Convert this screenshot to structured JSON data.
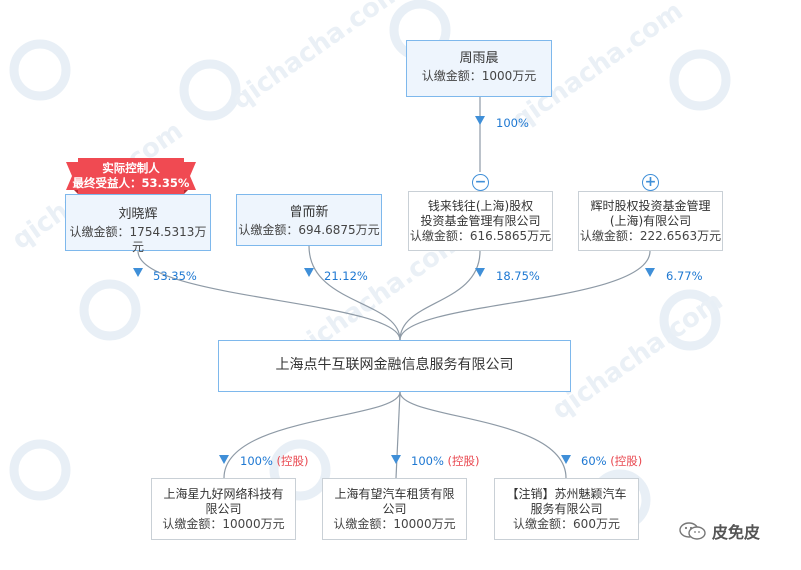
{
  "watermark": {
    "text": "qichacha.com",
    "color": "#e9f0f6"
  },
  "colors": {
    "accent": "#3f8fd8",
    "control_red": "#e9474f",
    "badge_red": "#f04a52"
  },
  "shareholders": [
    {
      "name": "周雨晨",
      "amount": "认缴金额：1000万元"
    },
    {
      "name": "刘晓辉",
      "amount": "认缴金额：1754.5313万元"
    },
    {
      "name": "曾而新",
      "amount": "认缴金额：694.6875万元"
    },
    {
      "name_line1": "钱来钱往(上海)股权",
      "name_line2": "投资基金管理有限公司",
      "amount": "认缴金额：616.5865万元"
    },
    {
      "name_line1": "辉时股权投资基金管理",
      "name_line2": "(上海)有限公司",
      "amount": "认缴金额：222.6563万元"
    }
  ],
  "badge": {
    "line1": "实际控制人",
    "line2": "最终受益人：53.35%"
  },
  "top_edge_pct": "100%",
  "edges_to_main": [
    "53.35%",
    "21.12%",
    "18.75%",
    "6.77%"
  ],
  "main_company": "上海点牛互联网金融信息服务有限公司",
  "edges_from_main": [
    {
      "pct": "100%",
      "tag": "(控股)"
    },
    {
      "pct": "100%",
      "tag": "(控股)"
    },
    {
      "pct": "60%",
      "tag": "(控股)"
    }
  ],
  "subsidiaries": [
    {
      "name_line1": "上海星九好网络科技有",
      "name_line2": "限公司",
      "amount": "认缴金额：10000万元"
    },
    {
      "name_line1": "上海有望汽车租赁有限",
      "name_line2": "公司",
      "amount": "认缴金额：10000万元"
    },
    {
      "name_line1": "【注销】苏州魅颖汽车",
      "name_line2": "服务有限公司",
      "amount": "认缴金额：600万元"
    }
  ],
  "toggles": [
    "−",
    "+"
  ],
  "brand": {
    "name": "皮免皮"
  }
}
